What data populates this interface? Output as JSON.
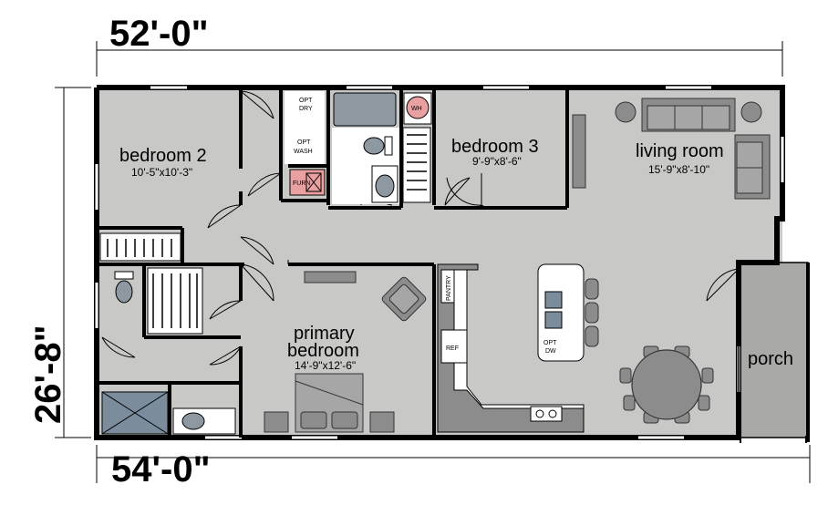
{
  "dimensions": {
    "top_width": "52'-0\"",
    "bottom_width": "54'-0\"",
    "depth": "26'-8\""
  },
  "rooms": {
    "bedroom2": {
      "name": "bedroom 2",
      "size": "10'-5\"x10'-3\""
    },
    "bedroom3": {
      "name": "bedroom 3",
      "size": "9'-9\"x8'-6\""
    },
    "living": {
      "name": "living room",
      "size": "15'-9\"x8'-10\""
    },
    "primary": {
      "name_line1": "primary",
      "name_line2": "bedroom",
      "size": "14'-9\"x12'-6\""
    },
    "porch": {
      "name": "porch"
    }
  },
  "labels": {
    "opt_dry_1": "OPT",
    "opt_dry_2": "DRY",
    "opt_wash_1": "OPT",
    "opt_wash_2": "WASH",
    "furn": "FURN",
    "wh": "WH",
    "pantry": "PANTRY",
    "ref": "REF",
    "opt_dw_1": "OPT",
    "opt_dw_2": "DW"
  },
  "colors": {
    "floor": "#c8c8c6",
    "porch": "#a9aaa8",
    "wall": "#000000",
    "furnace": "#e9a0a0",
    "water_heater": "#e9a0a0",
    "shower_tile": "#7b8c9c",
    "tub": "#8e98a0"
  }
}
